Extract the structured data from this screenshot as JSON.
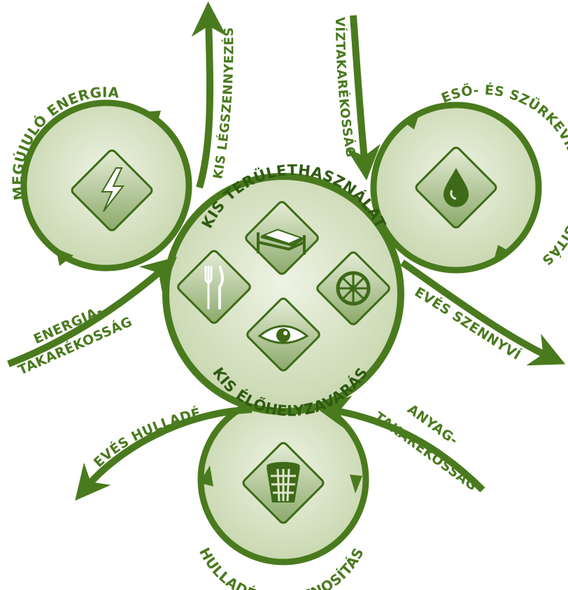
{
  "center": {
    "top_label": "KIS TERÜLETHASZNÁLAT",
    "bottom_label": "KIS ÉLŐHELYZAVARÁS",
    "icons": [
      "bed-icon",
      "cutlery-icon",
      "wheel-icon",
      "eye-icon"
    ]
  },
  "energy": {
    "cycle_label": "MEGÚJULÓ ENERGIA",
    "saving_line1": "ENERGIA-",
    "saving_line2": "TAKARÉKOSSÁG",
    "output_label": "KIS LÉGSZENNYEZÉS",
    "icon": "lightning-icon"
  },
  "water": {
    "input_label": "VÍZTAKARÉKOSSÁG",
    "cycle_label": "ESŐ- ÉS SZÜRKEVÍZ HASZNOSÍTÁS",
    "output_label": "KEVÉS SZENNYVÍZ",
    "icon": "water-drop-icon"
  },
  "waste": {
    "output_label": "KEVÉS HULLADÉK",
    "saving_line1": "ANYAG-",
    "saving_line2": "TAKARÉKOSSÁG",
    "cycle_label": "HULLADÉK HASZNOSÍTÁS",
    "icon": "waste-basket-icon"
  },
  "colors": {
    "dark_green": "#4a7a1e",
    "light_green": "#dde7cc",
    "circle_fill": "#cfdcb8"
  }
}
